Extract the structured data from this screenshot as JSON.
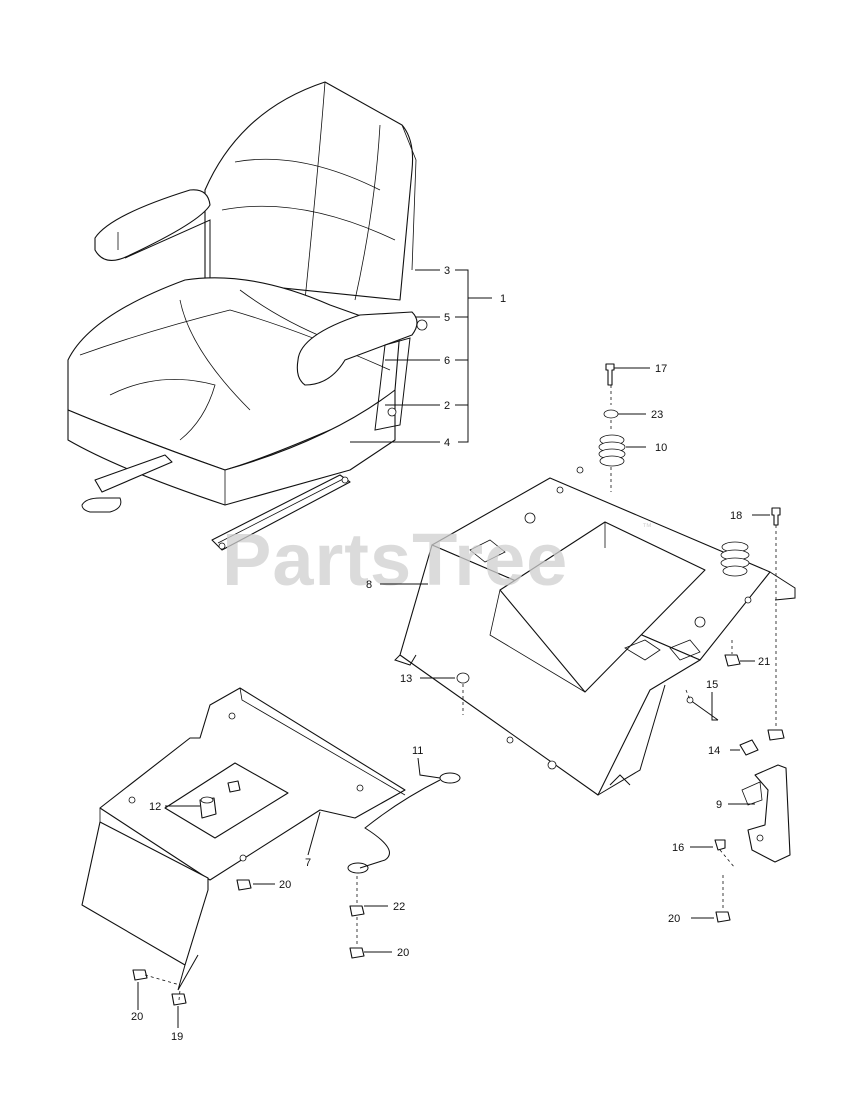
{
  "watermark": {
    "text": "PartsTree",
    "trademark": "™"
  },
  "callouts": [
    {
      "id": "c1",
      "label": "1"
    },
    {
      "id": "c2",
      "label": "2"
    },
    {
      "id": "c3",
      "label": "3"
    },
    {
      "id": "c4",
      "label": "4"
    },
    {
      "id": "c5",
      "label": "5"
    },
    {
      "id": "c6",
      "label": "6"
    },
    {
      "id": "c7",
      "label": "7"
    },
    {
      "id": "c8",
      "label": "8"
    },
    {
      "id": "c9",
      "label": "9"
    },
    {
      "id": "c10",
      "label": "10"
    },
    {
      "id": "c11",
      "label": "11"
    },
    {
      "id": "c12",
      "label": "12"
    },
    {
      "id": "c13",
      "label": "13"
    },
    {
      "id": "c14",
      "label": "14"
    },
    {
      "id": "c15",
      "label": "15"
    },
    {
      "id": "c16",
      "label": "16"
    },
    {
      "id": "c17",
      "label": "17"
    },
    {
      "id": "c18",
      "label": "18"
    },
    {
      "id": "c19",
      "label": "19"
    },
    {
      "id": "c20a",
      "label": "20"
    },
    {
      "id": "c20b",
      "label": "20"
    },
    {
      "id": "c20c",
      "label": "20"
    },
    {
      "id": "c20d",
      "label": "20"
    },
    {
      "id": "c21",
      "label": "21"
    },
    {
      "id": "c22",
      "label": "22"
    },
    {
      "id": "c23",
      "label": "23"
    }
  ]
}
